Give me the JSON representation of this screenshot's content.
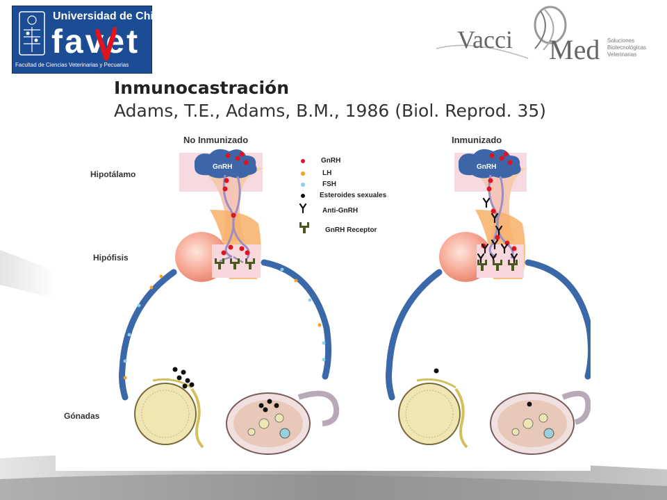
{
  "logos": {
    "uchile": {
      "university": "Universidad de Chile",
      "wordmark": "favet",
      "faculty": "Facultad de Ciencias Veterinarias y Pecuarias"
    },
    "vaccimed": {
      "wordmark_left": "Vacci",
      "wordmark_right": "Med",
      "tagline_1": "Soluciones",
      "tagline_2": "Biotecnológicas",
      "tagline_3": "Veterinarias"
    }
  },
  "slide": {
    "title": "Inmunocastración",
    "citation": "Adams, T.E., Adams, B.M., 1986 (Biol. Reprod. 35)"
  },
  "figure": {
    "left_panel_title": "No Inmunizado",
    "right_panel_title": "Inmunizado",
    "row_labels": {
      "hypothalamus": "Hipotálamo",
      "pituitary": "Hipófisis",
      "gonads": "Gónadas"
    },
    "cloud_label": "GnRH",
    "legend": [
      {
        "symbol": "red-dot",
        "label": "GnRH",
        "color": "#e0141e"
      },
      {
        "symbol": "orange-dot",
        "label": "LH",
        "color": "#f5a020"
      },
      {
        "symbol": "blue-dot",
        "label": "FSH",
        "color": "#8ad0e6"
      },
      {
        "symbol": "black-dot",
        "label": "Esteroides sexuales",
        "color": "#111111"
      },
      {
        "symbol": "antibody-y",
        "label": "Anti-GnRH",
        "color": "#111111"
      },
      {
        "symbol": "receptor",
        "label": "GnRH Receptor",
        "color": "#4a5a1e"
      }
    ],
    "colors": {
      "vessel": "#3a68a8",
      "cloud": "#3d66a8",
      "pituitary": "#f2a08a",
      "gonad": "#f0e6b4"
    }
  }
}
